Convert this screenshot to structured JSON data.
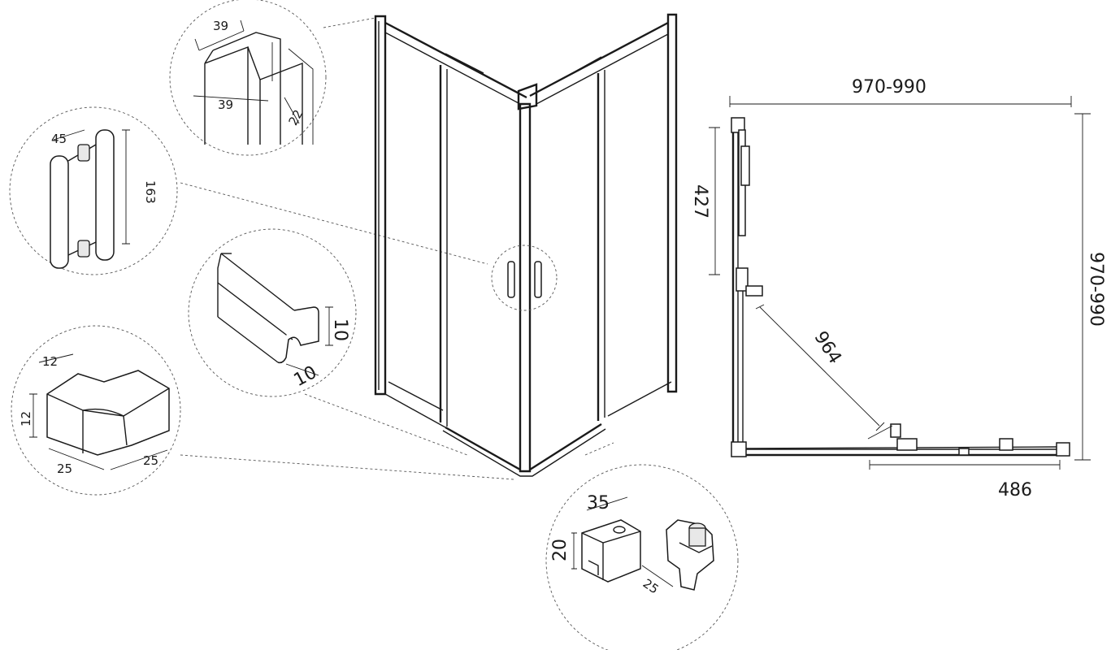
{
  "details": {
    "profile": {
      "width_top": "39",
      "width_mid": "39",
      "depth": "22"
    },
    "handle": {
      "pitch": "45",
      "length": "163"
    },
    "seal": {
      "height": "10",
      "width": "10"
    },
    "corner": {
      "height": "12",
      "thickness": "12",
      "leg_a": "25",
      "leg_b": "25"
    },
    "roller": {
      "width": "35",
      "height": "20",
      "guide": "25"
    }
  },
  "plan": {
    "overall_width": "970-990",
    "overall_depth": "970-990",
    "door_panel": "427",
    "diagonal": "964",
    "entry_width": "486"
  }
}
